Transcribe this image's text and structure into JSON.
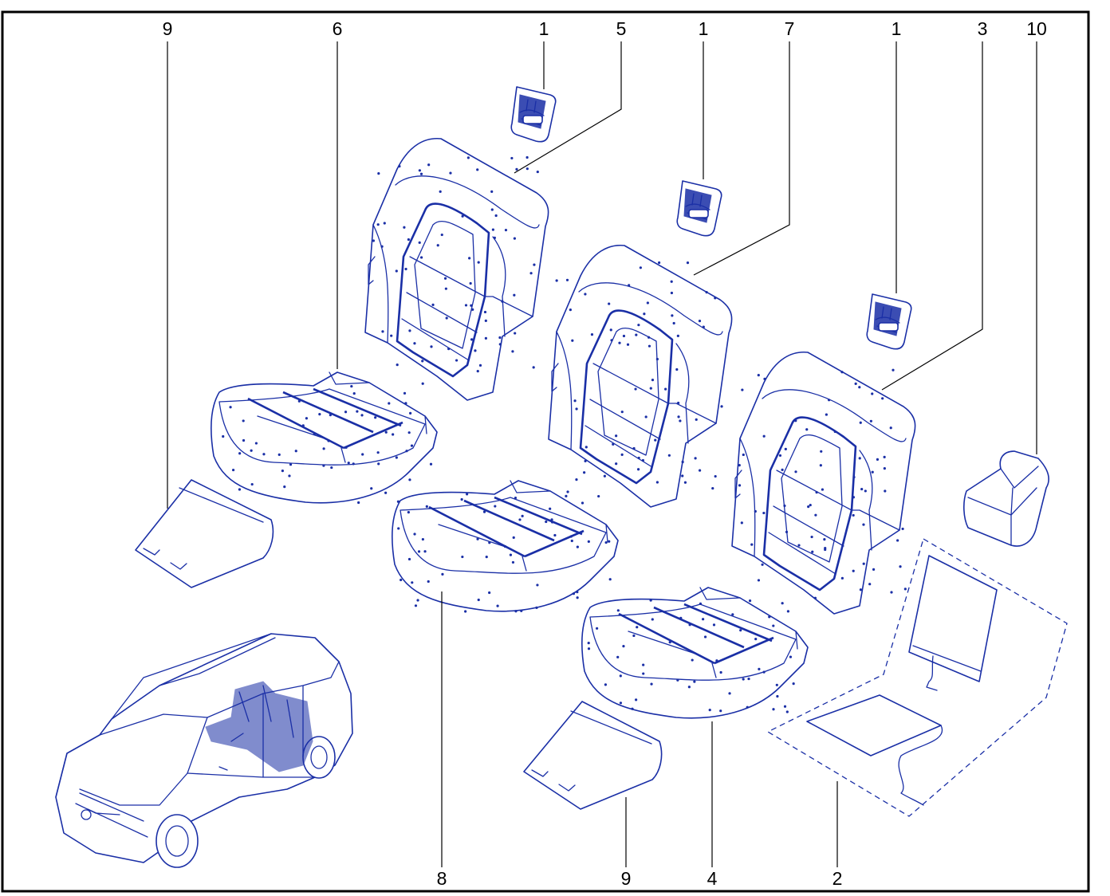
{
  "diagram": {
    "callouts": {
      "c9_top": "9",
      "c6": "6",
      "c1_a": "1",
      "c5": "5",
      "c1_b": "1",
      "c7": "7",
      "c1_c": "1",
      "c3": "3",
      "c10": "10",
      "c8": "8",
      "c9_bottom": "9",
      "c4": "4",
      "c2": "2"
    },
    "colors": {
      "line_art": "#1a2fa6",
      "leader_lines": "#000000",
      "frame": "#000000",
      "background": "#ffffff"
    },
    "parts": [
      "seat-back-clip",
      "seat-heating-element-kit",
      "seat-back-foam-right",
      "seat-cushion-foam-right",
      "seat-back-foam-left",
      "seat-cushion-foam-left",
      "seat-back-foam-center",
      "seat-cushion-foam-center",
      "seat-cushion-underlay",
      "armrest-foam",
      "vehicle-locator-view"
    ]
  }
}
